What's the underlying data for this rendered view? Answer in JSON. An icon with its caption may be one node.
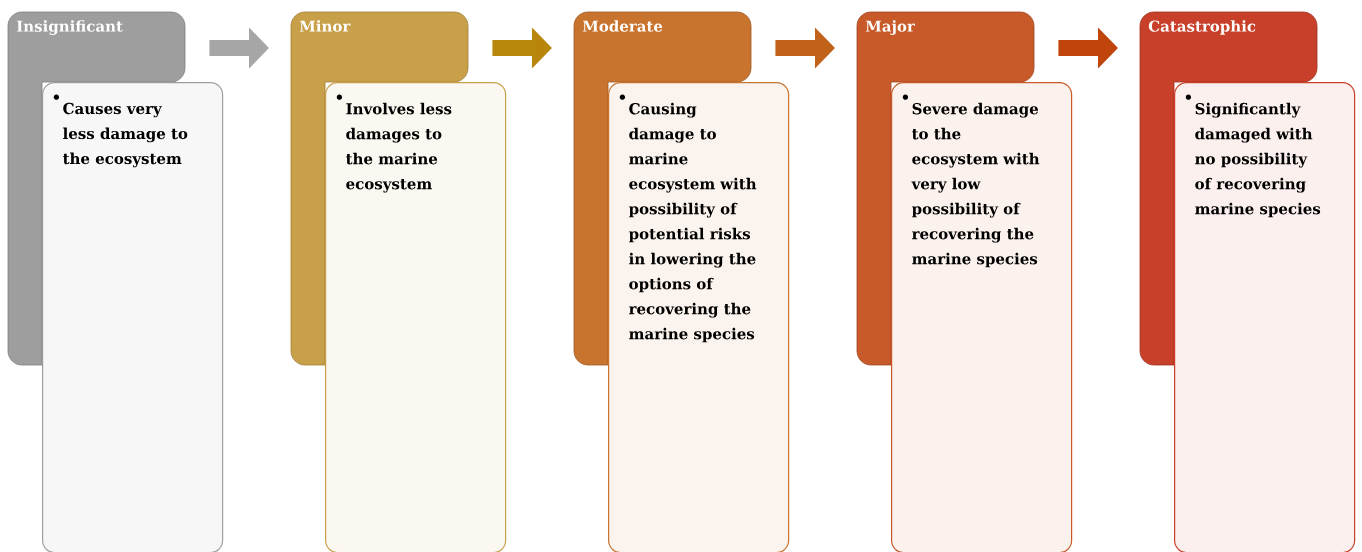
{
  "diagram": {
    "nodes": [
      {
        "text": [
          "Insignificant"
        ]
      },
      {
        "text": [
          "•",
          "Causes very less damage to the ecosystem"
        ]
      },
      {
        "text": [
          "Minor"
        ]
      },
      {
        "text": [
          "•",
          "Involves less damages to the marine ecosystem"
        ]
      },
      {
        "text": [
          "Moderate"
        ]
      },
      {
        "text": [
          "•",
          "Causing damage to marine ecosystem with possibility of potential risks in lowering the options of recovering the marine species"
        ]
      },
      {
        "text": [
          "Major"
        ]
      },
      {
        "text": [
          "•",
          "Severe damage to the ecosystem with very low possibility of recovering the marine species"
        ]
      },
      {
        "text": [
          "Catastrophic"
        ]
      },
      {
        "text": [
          "•",
          "Significantly damaged with no possibility of recovering marine species"
        ]
      }
    ],
    "edges": [
      {
        "from": 0,
        "to": 2,
        "arrow": "to",
        "color": "#a6a6a6"
      },
      {
        "from": 2,
        "to": 4,
        "arrow": "to",
        "color": "#b8860b"
      },
      {
        "from": 4,
        "to": 6,
        "arrow": "to",
        "color": "#c0621a"
      },
      {
        "from": 6,
        "to": 8,
        "arrow": "to",
        "color": "#c0440c"
      }
    ]
  }
}
